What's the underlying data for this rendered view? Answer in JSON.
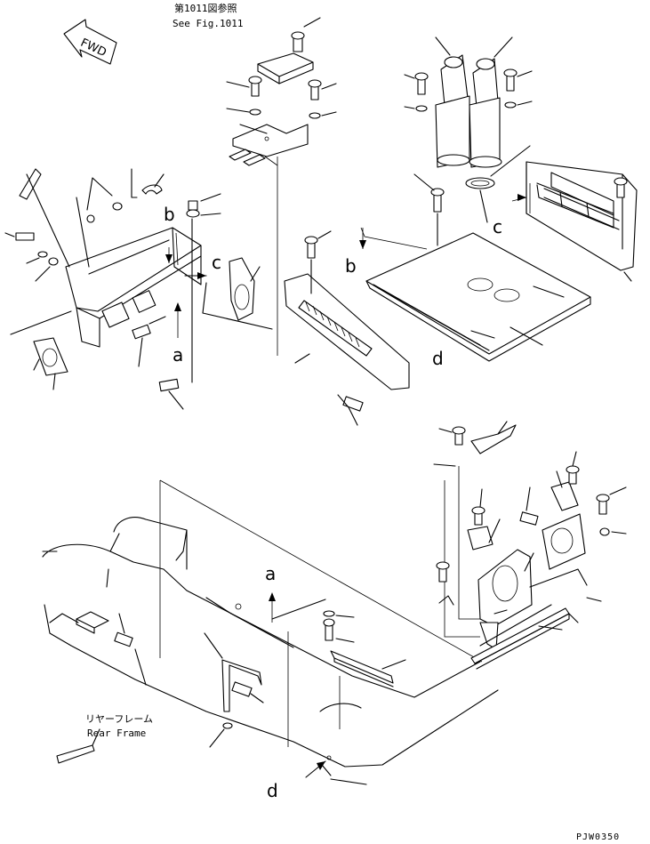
{
  "labels": {
    "fig_ref_jp": "第1011図参照",
    "fig_ref_en": "See Fig.1011",
    "fwd": "FWD",
    "rear_frame_jp": "リヤーフレーム",
    "rear_frame_en": "Rear Frame",
    "drawing_code": "PJW0350"
  },
  "ref_letters": {
    "a_top": "a",
    "a_bottom": "a",
    "b_left": "b",
    "b_right": "b",
    "c_left": "c",
    "c_right": "c",
    "d_right": "d",
    "d_bottom": "d"
  }
}
